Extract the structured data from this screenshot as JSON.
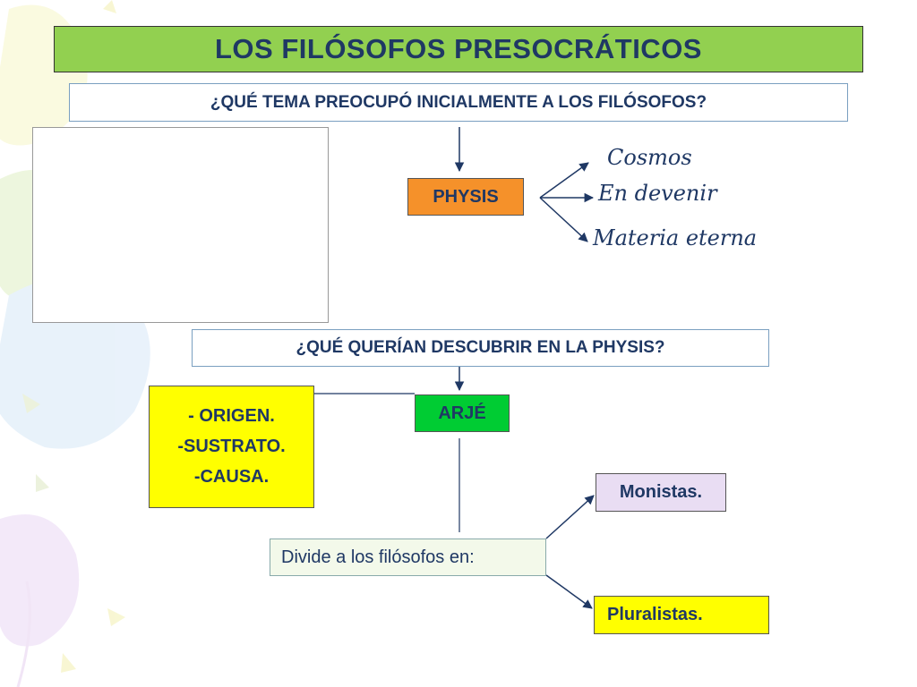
{
  "title": "LOS FILÓSOFOS PRESOCRÁTICOS",
  "question1": "¿QUÉ TEMA PREOCUPÓ INICIALMENTE A LOS FILÓSOFOS?",
  "physis": "PHYSIS",
  "physis_branches": [
    "Cosmos",
    "En devenir",
    "Materia eterna"
  ],
  "question2": "¿QUÉ QUERÍAN DESCUBRIR EN LA PHYSIS?",
  "arje_meanings": [
    "- ORIGEN.",
    "-SUSTRATO.",
    "-CAUSA."
  ],
  "arje": "ARJÉ",
  "divide": "Divide a los filósofos en:",
  "groups": [
    "Monistas.",
    "Pluralistas."
  ],
  "colors": {
    "title_bg": "#92d050",
    "text": "#1f3864",
    "physis_bg": "#f5912a",
    "arje_bg": "#00cc33",
    "meanings_bg": "#ffff00",
    "monistas_bg": "#e9ddf3",
    "pluralistas_bg": "#ffff00"
  }
}
